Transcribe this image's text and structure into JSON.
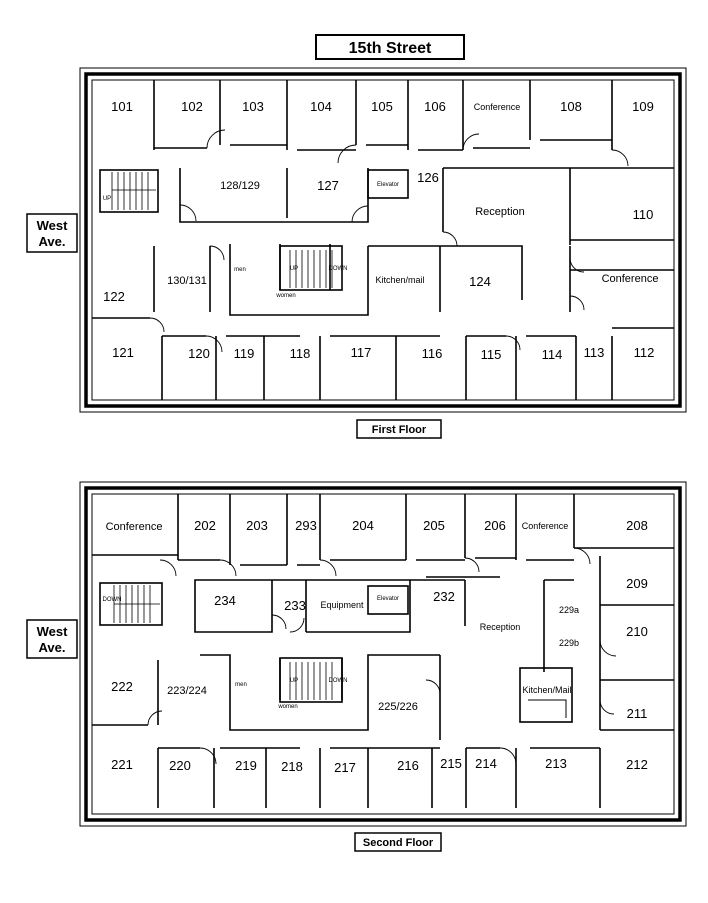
{
  "street_label": "15th Street",
  "west_label_line1": "West",
  "west_label_line2": "Ave.",
  "floors": [
    {
      "caption": "First Floor",
      "rooms": [
        {
          "label": "101"
        },
        {
          "label": "102"
        },
        {
          "label": "103"
        },
        {
          "label": "104"
        },
        {
          "label": "105"
        },
        {
          "label": "106"
        },
        {
          "label": "Conference"
        },
        {
          "label": "108"
        },
        {
          "label": "109"
        },
        {
          "label": "128/129"
        },
        {
          "label": "127"
        },
        {
          "label": "Elevator"
        },
        {
          "label": "126"
        },
        {
          "label": "Reception"
        },
        {
          "label": "110"
        },
        {
          "label": "122"
        },
        {
          "label": "130/131"
        },
        {
          "label": "Kitchen/mail"
        },
        {
          "label": "124"
        },
        {
          "label": "Conference"
        },
        {
          "label": "121"
        },
        {
          "label": "120"
        },
        {
          "label": "119"
        },
        {
          "label": "118"
        },
        {
          "label": "117"
        },
        {
          "label": "116"
        },
        {
          "label": "115"
        },
        {
          "label": "114"
        },
        {
          "label": "113"
        },
        {
          "label": "112"
        },
        {
          "label": "men"
        },
        {
          "label": "women"
        },
        {
          "label": "UP"
        },
        {
          "label": "UP"
        },
        {
          "label": "DOWN"
        }
      ]
    },
    {
      "caption": "Second Floor",
      "rooms": [
        {
          "label": "Conference"
        },
        {
          "label": "202"
        },
        {
          "label": "203"
        },
        {
          "label": "293"
        },
        {
          "label": "204"
        },
        {
          "label": "205"
        },
        {
          "label": "206"
        },
        {
          "label": "Conference"
        },
        {
          "label": "208"
        },
        {
          "label": "234"
        },
        {
          "label": "233"
        },
        {
          "label": "Equipment"
        },
        {
          "label": "Elevator"
        },
        {
          "label": "232"
        },
        {
          "label": "Reception"
        },
        {
          "label": "229a"
        },
        {
          "label": "229b"
        },
        {
          "label": "209"
        },
        {
          "label": "210"
        },
        {
          "label": "222"
        },
        {
          "label": "223/224"
        },
        {
          "label": "225/226"
        },
        {
          "label": "Kitchen/Mail"
        },
        {
          "label": "211"
        },
        {
          "label": "221"
        },
        {
          "label": "220"
        },
        {
          "label": "219"
        },
        {
          "label": "218"
        },
        {
          "label": "217"
        },
        {
          "label": "216"
        },
        {
          "label": "215"
        },
        {
          "label": "214"
        },
        {
          "label": "213"
        },
        {
          "label": "212"
        },
        {
          "label": "men"
        },
        {
          "label": "women"
        },
        {
          "label": "DOWN"
        },
        {
          "label": "UP"
        },
        {
          "label": "DOWN"
        }
      ]
    }
  ]
}
